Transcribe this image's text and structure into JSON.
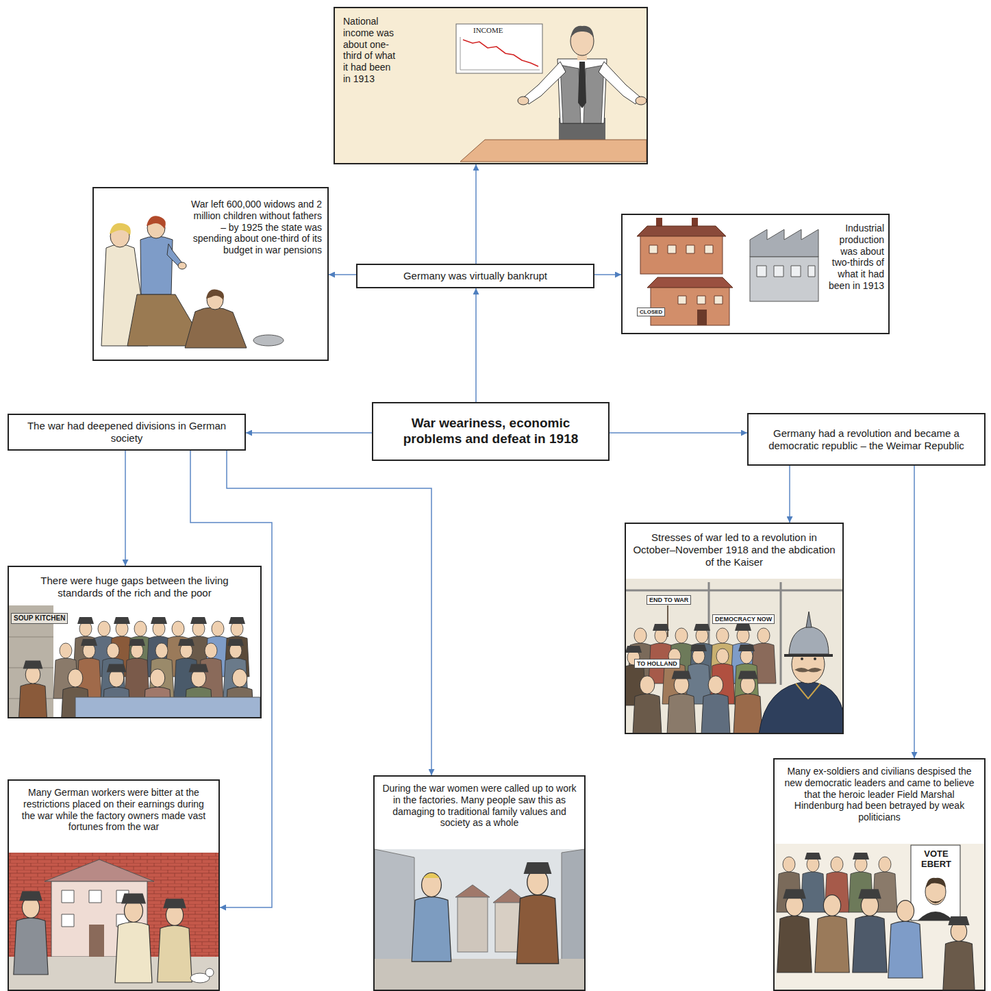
{
  "diagram": {
    "nodes": [
      {
        "text": [
          "National income was about one-third of what it had been in 1913"
        ]
      },
      {
        "text": [
          "War left 600,000 widows and 2 million children without fathers – by 1925 the state was spending about one-third of its budget in war pensions"
        ]
      },
      {
        "text": [
          "Germany was virtually bankrupt"
        ]
      },
      {
        "text": [
          "Industrial production was about two-thirds of what it had been in 1913"
        ]
      },
      {
        "text": [
          "War weariness, economic problems and defeat in 1918"
        ]
      },
      {
        "text": [
          "The war had deepened divisions in German society"
        ]
      },
      {
        "text": [
          "Germany had a revolution and became a democratic republic – the Weimar Republic"
        ]
      },
      {
        "text": [
          "There were huge gaps between the living standards of the rich and the poor"
        ]
      },
      {
        "text": [
          "Stresses of war led to a revolution in October–November 1918 and the abdication of the Kaiser"
        ]
      },
      {
        "text": [
          "Many German workers were bitter at the restrictions placed on their earnings during the war while the factory owners made vast fortunes from the war"
        ]
      },
      {
        "text": [
          "During the war women were called up to work in the factories. Many people saw this as damaging to traditional family values and society as a whole"
        ]
      },
      {
        "text": [
          "Many ex-soldiers and civilians despised the new democratic leaders and came to believe that the heroic leader Field Marshal Hindenburg had been betrayed by weak politicians"
        ]
      }
    ],
    "edges": [
      {
        "from": 4,
        "to": 2,
        "arrow": "to"
      },
      {
        "from": 2,
        "to": 0,
        "arrow": "to"
      },
      {
        "from": 2,
        "to": 1,
        "arrow": "to"
      },
      {
        "from": 2,
        "to": 3,
        "arrow": "to"
      },
      {
        "from": 4,
        "to": 5,
        "arrow": "to"
      },
      {
        "from": 4,
        "to": 6,
        "arrow": "to"
      },
      {
        "from": 5,
        "to": 7,
        "arrow": "to"
      },
      {
        "from": 5,
        "to": 9,
        "arrow": "to"
      },
      {
        "from": 5,
        "to": 10,
        "arrow": "to"
      },
      {
        "from": 6,
        "to": 8,
        "arrow": "to"
      },
      {
        "from": 6,
        "to": 11,
        "arrow": "to"
      }
    ],
    "labels": [
      "INCOME",
      "CLOSED",
      "SOUP KITCHEN",
      "END TO WAR",
      "DEMOCRACY NOW",
      "TO HOLLAND",
      "VOTE EBERT"
    ]
  }
}
